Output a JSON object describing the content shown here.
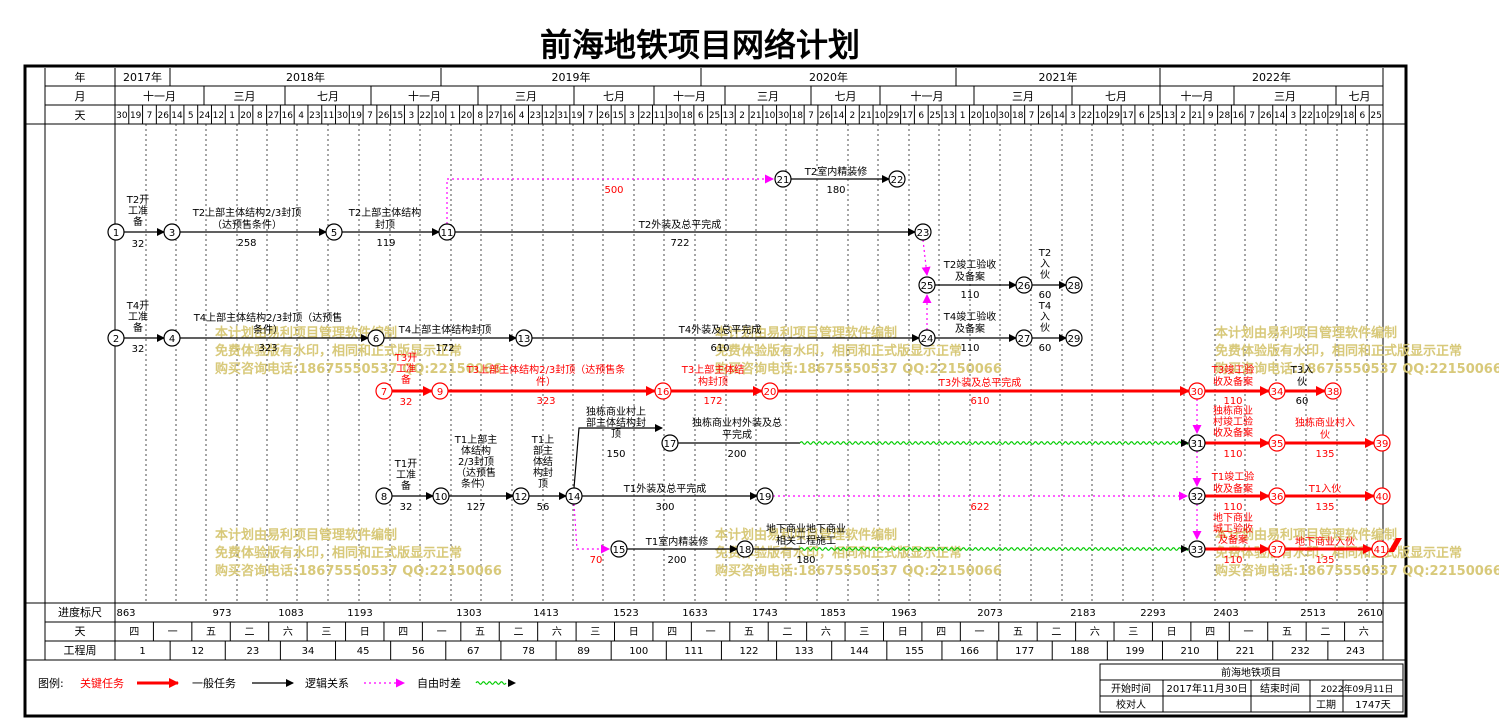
{
  "title": "前海地铁项目网络计划",
  "header": {
    "year_label": "年",
    "month_label": "月",
    "day_label": "天",
    "years": [
      "2017年",
      "2018年",
      "2019年",
      "2020年",
      "2021年",
      "2022年"
    ],
    "months": [
      "十一月",
      "三月",
      "七月",
      "十一月",
      "三月",
      "七月",
      "十一月",
      "三月",
      "七月",
      "十一月",
      "三月",
      "七月",
      "十一月",
      "三月",
      "七月"
    ],
    "days": [
      "30",
      "19",
      "7",
      "26",
      "14",
      "5",
      "24",
      "12",
      "1",
      "20",
      "8",
      "27",
      "16",
      "4",
      "23",
      "11",
      "30",
      "19",
      "7",
      "26",
      "15",
      "3",
      "22",
      "10",
      "1",
      "20",
      "8",
      "27",
      "16",
      "4",
      "23",
      "12",
      "31",
      "19",
      "7",
      "26",
      "15",
      "3",
      "22",
      "11",
      "30",
      "18",
      "6",
      "25",
      "13",
      "2",
      "21",
      "10",
      "30",
      "18",
      "7",
      "26",
      "14",
      "2",
      "21",
      "10",
      "29",
      "17",
      "6",
      "25",
      "13",
      "1",
      "20",
      "10",
      "30",
      "18",
      "7",
      "26",
      "14",
      "3",
      "22",
      "10",
      "29",
      "17",
      "6",
      "25",
      "13",
      "2",
      "21",
      "9",
      "28",
      "16",
      "7",
      "26",
      "14",
      "3",
      "22",
      "10",
      "29",
      "18",
      "6",
      "25"
    ]
  },
  "bottom": {
    "progress_label": "进度标尺",
    "progress_values": [
      "863",
      "973",
      "1083",
      "1193",
      "1303",
      "1413",
      "1523",
      "1633",
      "1743",
      "1853",
      "1963",
      "2073",
      "2183",
      "2293",
      "2403",
      "2513",
      "2610"
    ],
    "weekday_label": "天",
    "weekdays": [
      "四",
      "一",
      "五",
      "二",
      "六",
      "三",
      "日",
      "四",
      "一",
      "五",
      "二",
      "六",
      "三",
      "日",
      "四",
      "一",
      "五",
      "二",
      "六",
      "三",
      "日",
      "四",
      "一",
      "五",
      "二",
      "六",
      "三",
      "日",
      "四",
      "一",
      "五",
      "二",
      "六"
    ],
    "week_label": "工程周",
    "weeks": [
      "1",
      "12",
      "23",
      "34",
      "45",
      "56",
      "67",
      "78",
      "89",
      "100",
      "111",
      "122",
      "133",
      "144",
      "155",
      "166",
      "177",
      "188",
      "199",
      "210",
      "221",
      "232",
      "243"
    ]
  },
  "legend": {
    "label": "图例:",
    "items": [
      "关键任务",
      "一般任务",
      "逻辑关系",
      "自由时差"
    ],
    "colors": {
      "critical": "#ff0000",
      "normal": "#000000",
      "logic": "#ff00ff",
      "float": "#00cc00"
    }
  },
  "info": {
    "project": "前海地铁项目",
    "start_label": "开始时间",
    "start_value": "2017年11月30日",
    "end_label": "结束时间",
    "end_value": "2022年09月11日",
    "check_label": "校对人",
    "duration_label": "工期",
    "duration_value": "1747天"
  },
  "watermark": [
    "本计划由易利项目管理软件编制",
    "免费体验版有水印，相同和正式版显示正常",
    "购买咨询电话:18675550537 QQ:22150066"
  ],
  "nodes": [
    "1",
    "2",
    "3",
    "4",
    "5",
    "6",
    "7",
    "8",
    "9",
    "10",
    "11",
    "12",
    "13",
    "14",
    "15",
    "16",
    "17",
    "18",
    "19",
    "20",
    "21",
    "22",
    "23",
    "24",
    "25",
    "26",
    "27",
    "28",
    "29",
    "30",
    "31",
    "32",
    "33",
    "34",
    "35",
    "36",
    "37",
    "38",
    "39",
    "40",
    "41"
  ],
  "tasks": [
    {
      "name": "T2开工准备",
      "dur": "32"
    },
    {
      "name": "T2上部主体结构2/3封顶（达预售条件）",
      "dur": "258"
    },
    {
      "name": "T2上部主体结构封顶",
      "dur": "119"
    },
    {
      "name": "T2外装及总平完成",
      "dur": "722"
    },
    {
      "name": "T2室内精装修",
      "dur": "180"
    },
    {
      "name": "T2竣工验收及备案",
      "dur": "110"
    },
    {
      "name": "T2入伙",
      "dur": "60"
    },
    {
      "name": "T4开工准备",
      "dur": "32"
    },
    {
      "name": "T4上部主体结构2/3封顶（达预售条件）",
      "dur": "323"
    },
    {
      "name": "T4上部主体结构封顶",
      "dur": "172"
    },
    {
      "name": "T4外装及总平完成",
      "dur": "610"
    },
    {
      "name": "T4竣工验收及备案",
      "dur": "110"
    },
    {
      "name": "T4入伙",
      "dur": "60"
    },
    {
      "name": "T3开工准备",
      "dur": "32"
    },
    {
      "name": "T3上部主体结构2/3封顶（达预售条件）",
      "dur": "323"
    },
    {
      "name": "T3上部主体结构封顶",
      "dur": "172"
    },
    {
      "name": "T3外装及总平完成",
      "dur": "610"
    },
    {
      "name": "T3竣工验收及备案",
      "dur": "110"
    },
    {
      "name": "T3入伙",
      "dur": "60"
    },
    {
      "name": "独栋商业村上部主体结构封顶",
      "dur": "150"
    },
    {
      "name": "独栋商业村外装及总平完成",
      "dur": "200"
    },
    {
      "name": "独栋商业村竣工验收及备案",
      "dur": "110"
    },
    {
      "name": "独栋商业村入伙",
      "dur": "135"
    },
    {
      "name": "T1开工准备",
      "dur": "32"
    },
    {
      "name": "T1上部主体结构2/3封顶（达预售条件）",
      "dur": "127"
    },
    {
      "name": "T1上部主体结构封顶",
      "dur": "56"
    },
    {
      "name": "T1外装及总平完成",
      "dur": "300"
    },
    {
      "name": "T1竣工验收及备案",
      "dur": "110"
    },
    {
      "name": "T1入伙",
      "dur": "135"
    },
    {
      "name": "T1室内精装修",
      "dur": "200"
    },
    {
      "name": "地下商业地下商业相关工程施工",
      "dur": "180"
    },
    {
      "name": "地下商业竣工验收及备案",
      "dur": "110"
    },
    {
      "name": "地下商业入伙",
      "dur": "135"
    }
  ],
  "floats": [
    "500",
    "622",
    "70"
  ]
}
